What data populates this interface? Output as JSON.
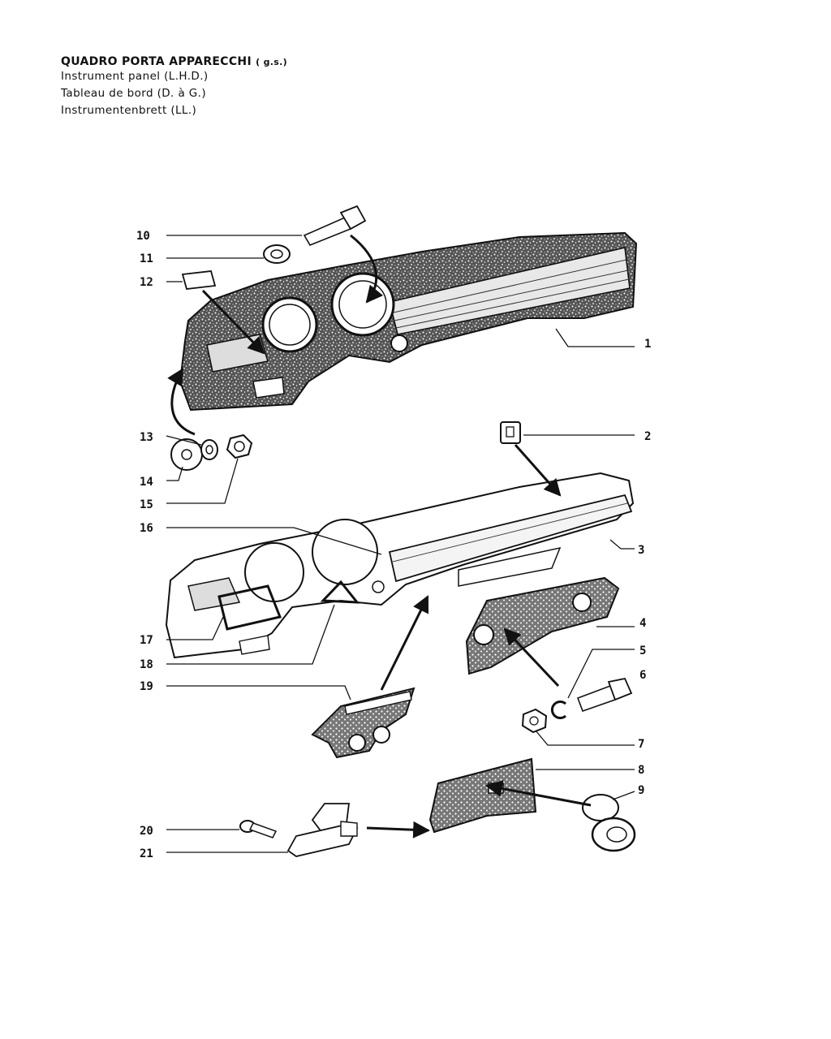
{
  "header": {
    "title_main": "QUADRO PORTA APPARECCHI",
    "title_suffix": "( g.s.)",
    "title_en": "Instrument panel (L.H.D.)",
    "title_fr": "Tableau de bord (D. à G.)",
    "title_de": "Instrumentenbrett (LL.)"
  },
  "callouts": [
    "10",
    "11",
    "12",
    "1",
    "13",
    "14",
    "15",
    "2",
    "16",
    "3",
    "17",
    "18",
    "4",
    "5",
    "6",
    "19",
    "7",
    "8",
    "9",
    "20",
    "21"
  ],
  "colors": {
    "ink": "#111111",
    "paper": "#ffffff",
    "texture": "#3a3a3a"
  }
}
